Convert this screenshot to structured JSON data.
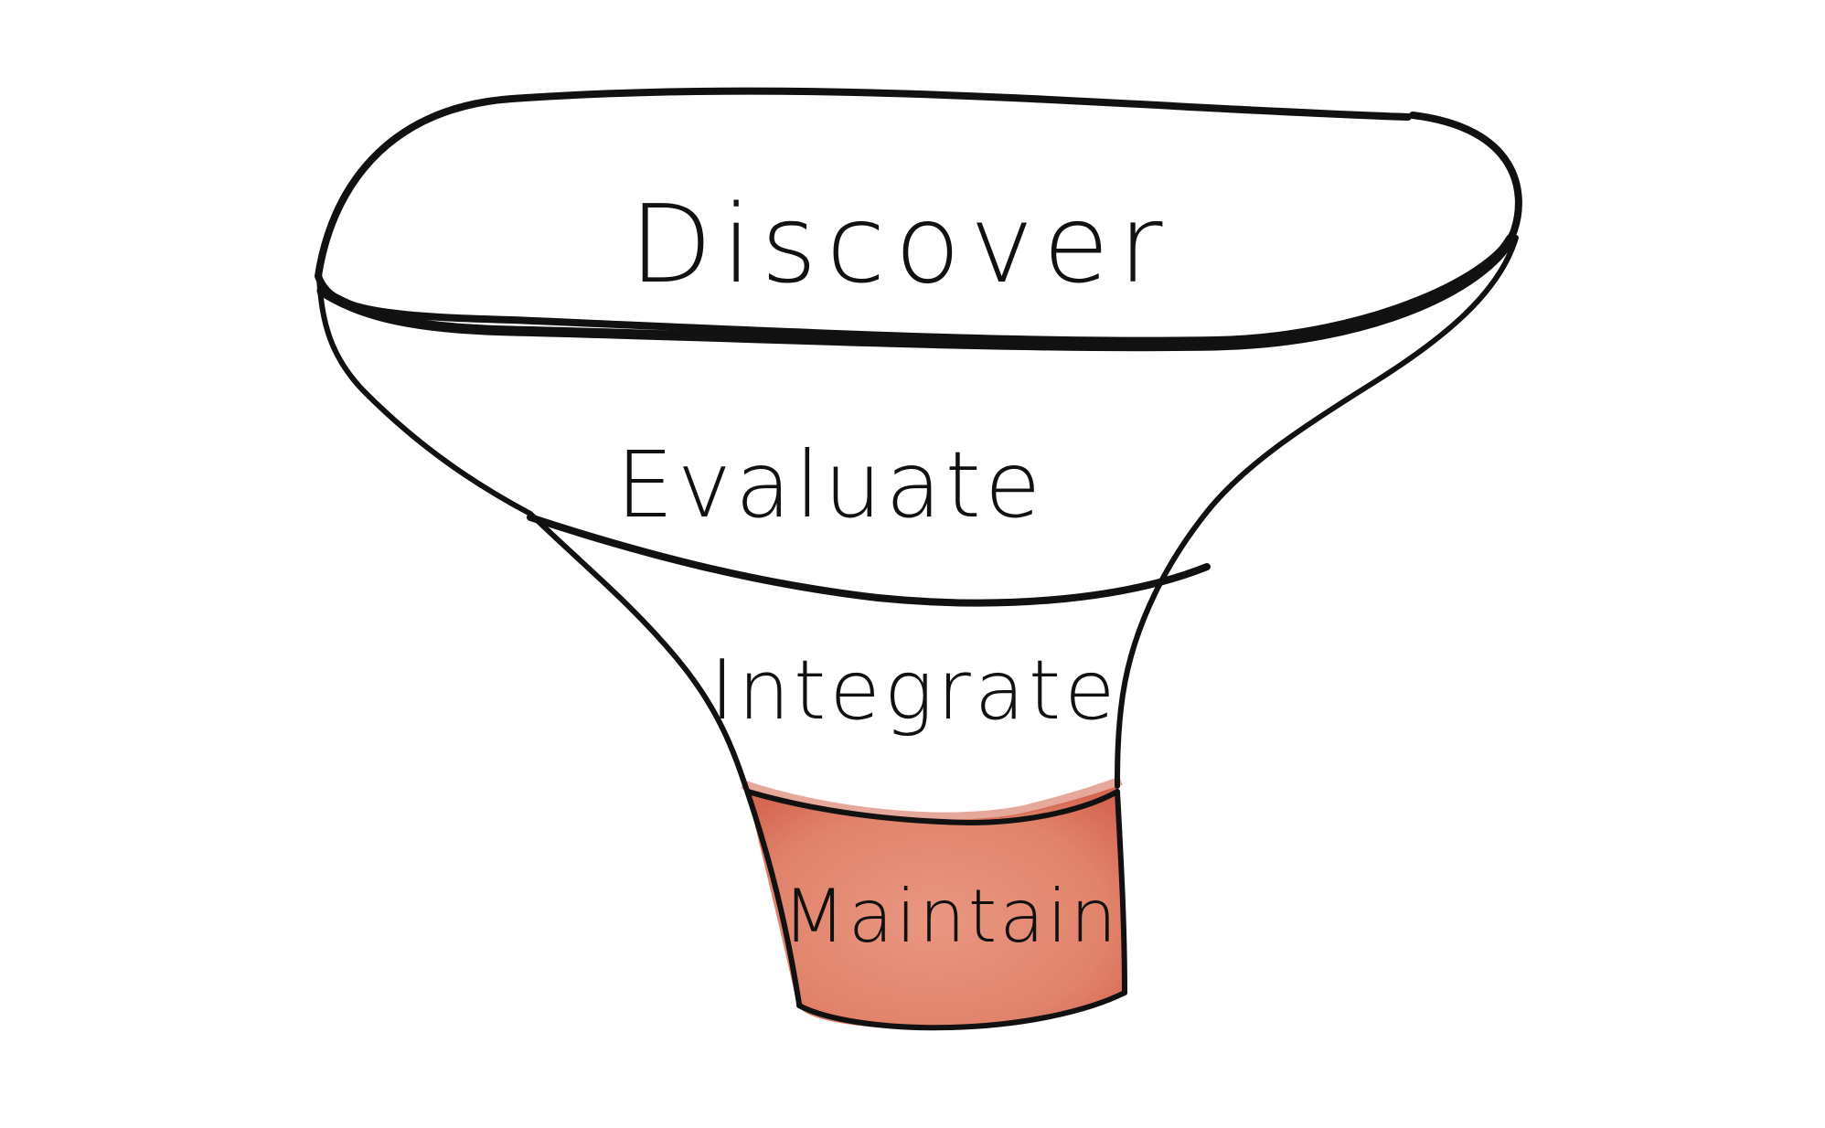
{
  "funnel": {
    "stages": [
      {
        "label": "Discover"
      },
      {
        "label": "Evaluate"
      },
      {
        "label": "Integrate"
      },
      {
        "label": "Maintain"
      }
    ],
    "colors": {
      "line": "#111111",
      "highlight": "#dd6f56",
      "highlight_light": "#e8917b",
      "background": "#ffffff"
    }
  }
}
